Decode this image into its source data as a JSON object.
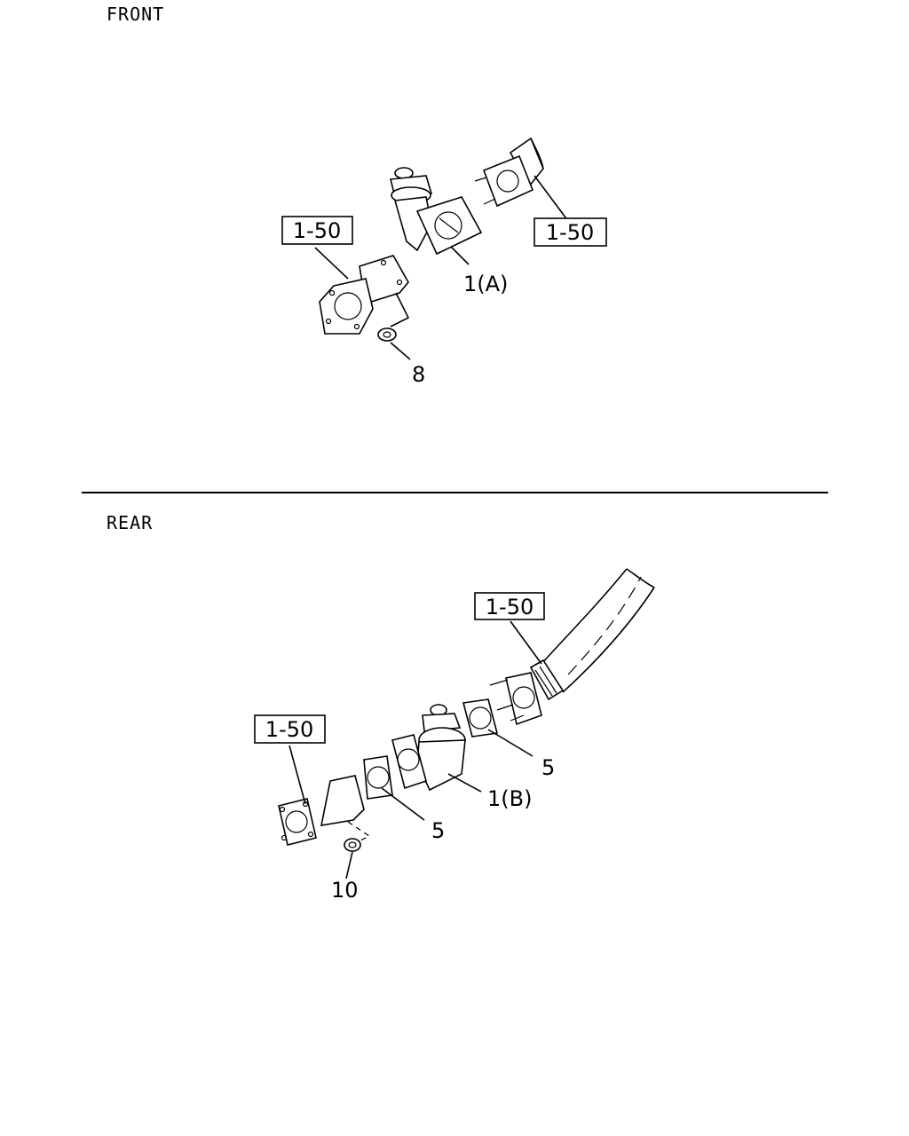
{
  "sections": {
    "front": {
      "title": "FRONT"
    },
    "rear": {
      "title": "REAR"
    }
  },
  "front_labels": {
    "ref_left": "1-50",
    "ref_right": "1-50",
    "part_valve": "1(A)",
    "part_nut": "8"
  },
  "rear_labels": {
    "ref_top": "1-50",
    "ref_left": "1-50",
    "part_gasket_right": "5",
    "part_valve": "1(B)",
    "part_gasket_left": "5",
    "part_nut": "10"
  }
}
